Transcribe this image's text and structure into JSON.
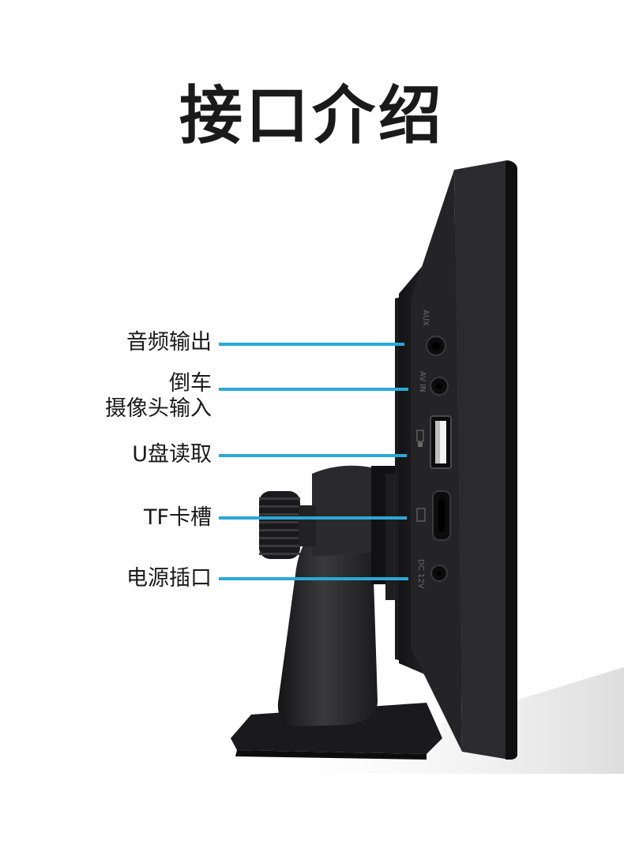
{
  "title": "接口介绍",
  "callouts": [
    {
      "lines": [
        "音频输出"
      ]
    },
    {
      "lines": [
        "倒车",
        "摄像头输入"
      ]
    },
    {
      "lines": [
        "U盘读取"
      ]
    },
    {
      "lines": [
        "TF卡槽"
      ]
    },
    {
      "lines": [
        "电源插口"
      ]
    }
  ],
  "port_labels": {
    "aux": "AUX",
    "av_in": "AV IN",
    "dc": "DC 12V"
  },
  "colors": {
    "leader_line": "#2aa9d6",
    "device_body": "#1f1f21",
    "text": "#1a1a1a"
  }
}
